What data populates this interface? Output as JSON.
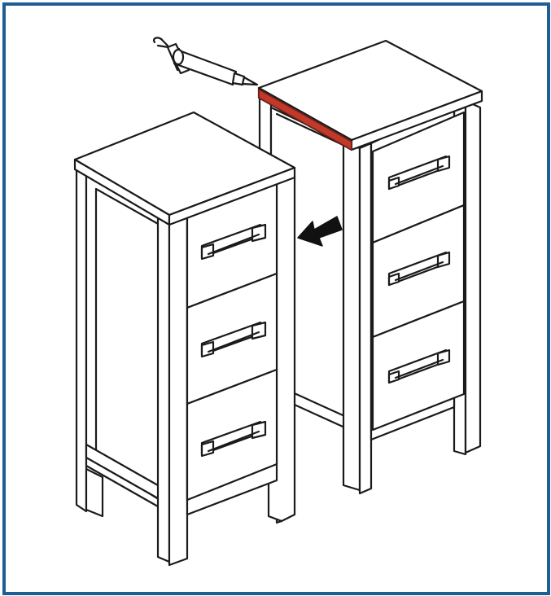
{
  "illustration": {
    "frame_color": "#1d5e94",
    "highlight_color": "#c0392b",
    "objects": [
      "caulk-gun",
      "left-cabinet",
      "right-cabinet",
      "direction-arrow"
    ],
    "drawers_per_cabinet": 3
  }
}
